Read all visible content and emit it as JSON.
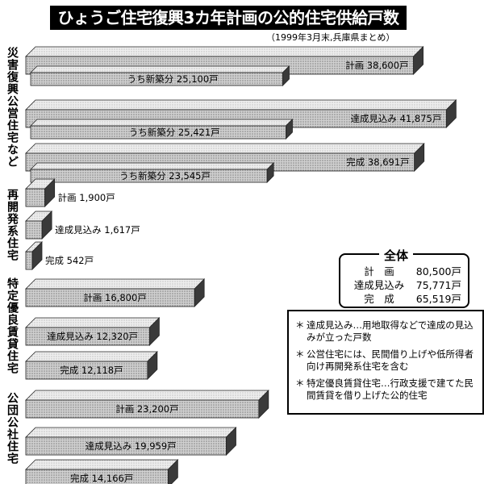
{
  "title": "ひょうご住宅復興3カ年計画の公的住宅供給戸数",
  "source": "（1999年3月末,兵庫県まとめ）",
  "chart_data": {
    "type": "bar",
    "orientation": "horizontal",
    "groups": [
      {
        "label": "災害復興公営住宅など",
        "bars": [
          {
            "label": "計画",
            "value": 38600,
            "new_label": "うち新築分",
            "new_value": 25100
          },
          {
            "label": "達成見込み",
            "value": 41875,
            "new_label": "うち新築分",
            "new_value": 25421
          },
          {
            "label": "完成",
            "value": 38691,
            "new_label": "うち新築分",
            "new_value": 23545
          }
        ]
      },
      {
        "label": "再開発系住宅",
        "bars": [
          {
            "label": "計画",
            "value": 1900
          },
          {
            "label": "達成見込み",
            "value": 1617
          },
          {
            "label": "完成",
            "value": 542
          }
        ]
      },
      {
        "label": "特定優良賃貸住宅",
        "bars": [
          {
            "label": "計画",
            "value": 16800
          },
          {
            "label": "達成見込み",
            "value": 12320
          },
          {
            "label": "完成",
            "value": 12118
          }
        ]
      },
      {
        "label": "公団公社住宅",
        "bars": [
          {
            "label": "計画",
            "value": 23200
          },
          {
            "label": "達成見込み",
            "value": 19959
          },
          {
            "label": "完成",
            "value": 14166
          }
        ]
      }
    ],
    "unit": "戸",
    "grid": false
  },
  "total": {
    "heading": "全体",
    "rows": [
      {
        "key": "計　画",
        "value": "80,500戸"
      },
      {
        "key": "達成見込み",
        "value": "75,771戸"
      },
      {
        "key": "完　成",
        "value": "65,519戸"
      }
    ]
  },
  "notes": [
    "達成見込み…用地取得などで達成の見込みが立った戸数",
    "公営住宅には、民間借り上げや低所得者向け再開発系住宅を含む",
    "特定優良賃貸住宅…行政支援で建てた民間賃貸を借り上げた公的住宅"
  ],
  "note_mark": "＊",
  "colors": {
    "bar_top": "#e6e6e6",
    "bar_front": "#bdbdbd",
    "bar_side": "#3a3a3a",
    "title_bg": "#000000"
  }
}
